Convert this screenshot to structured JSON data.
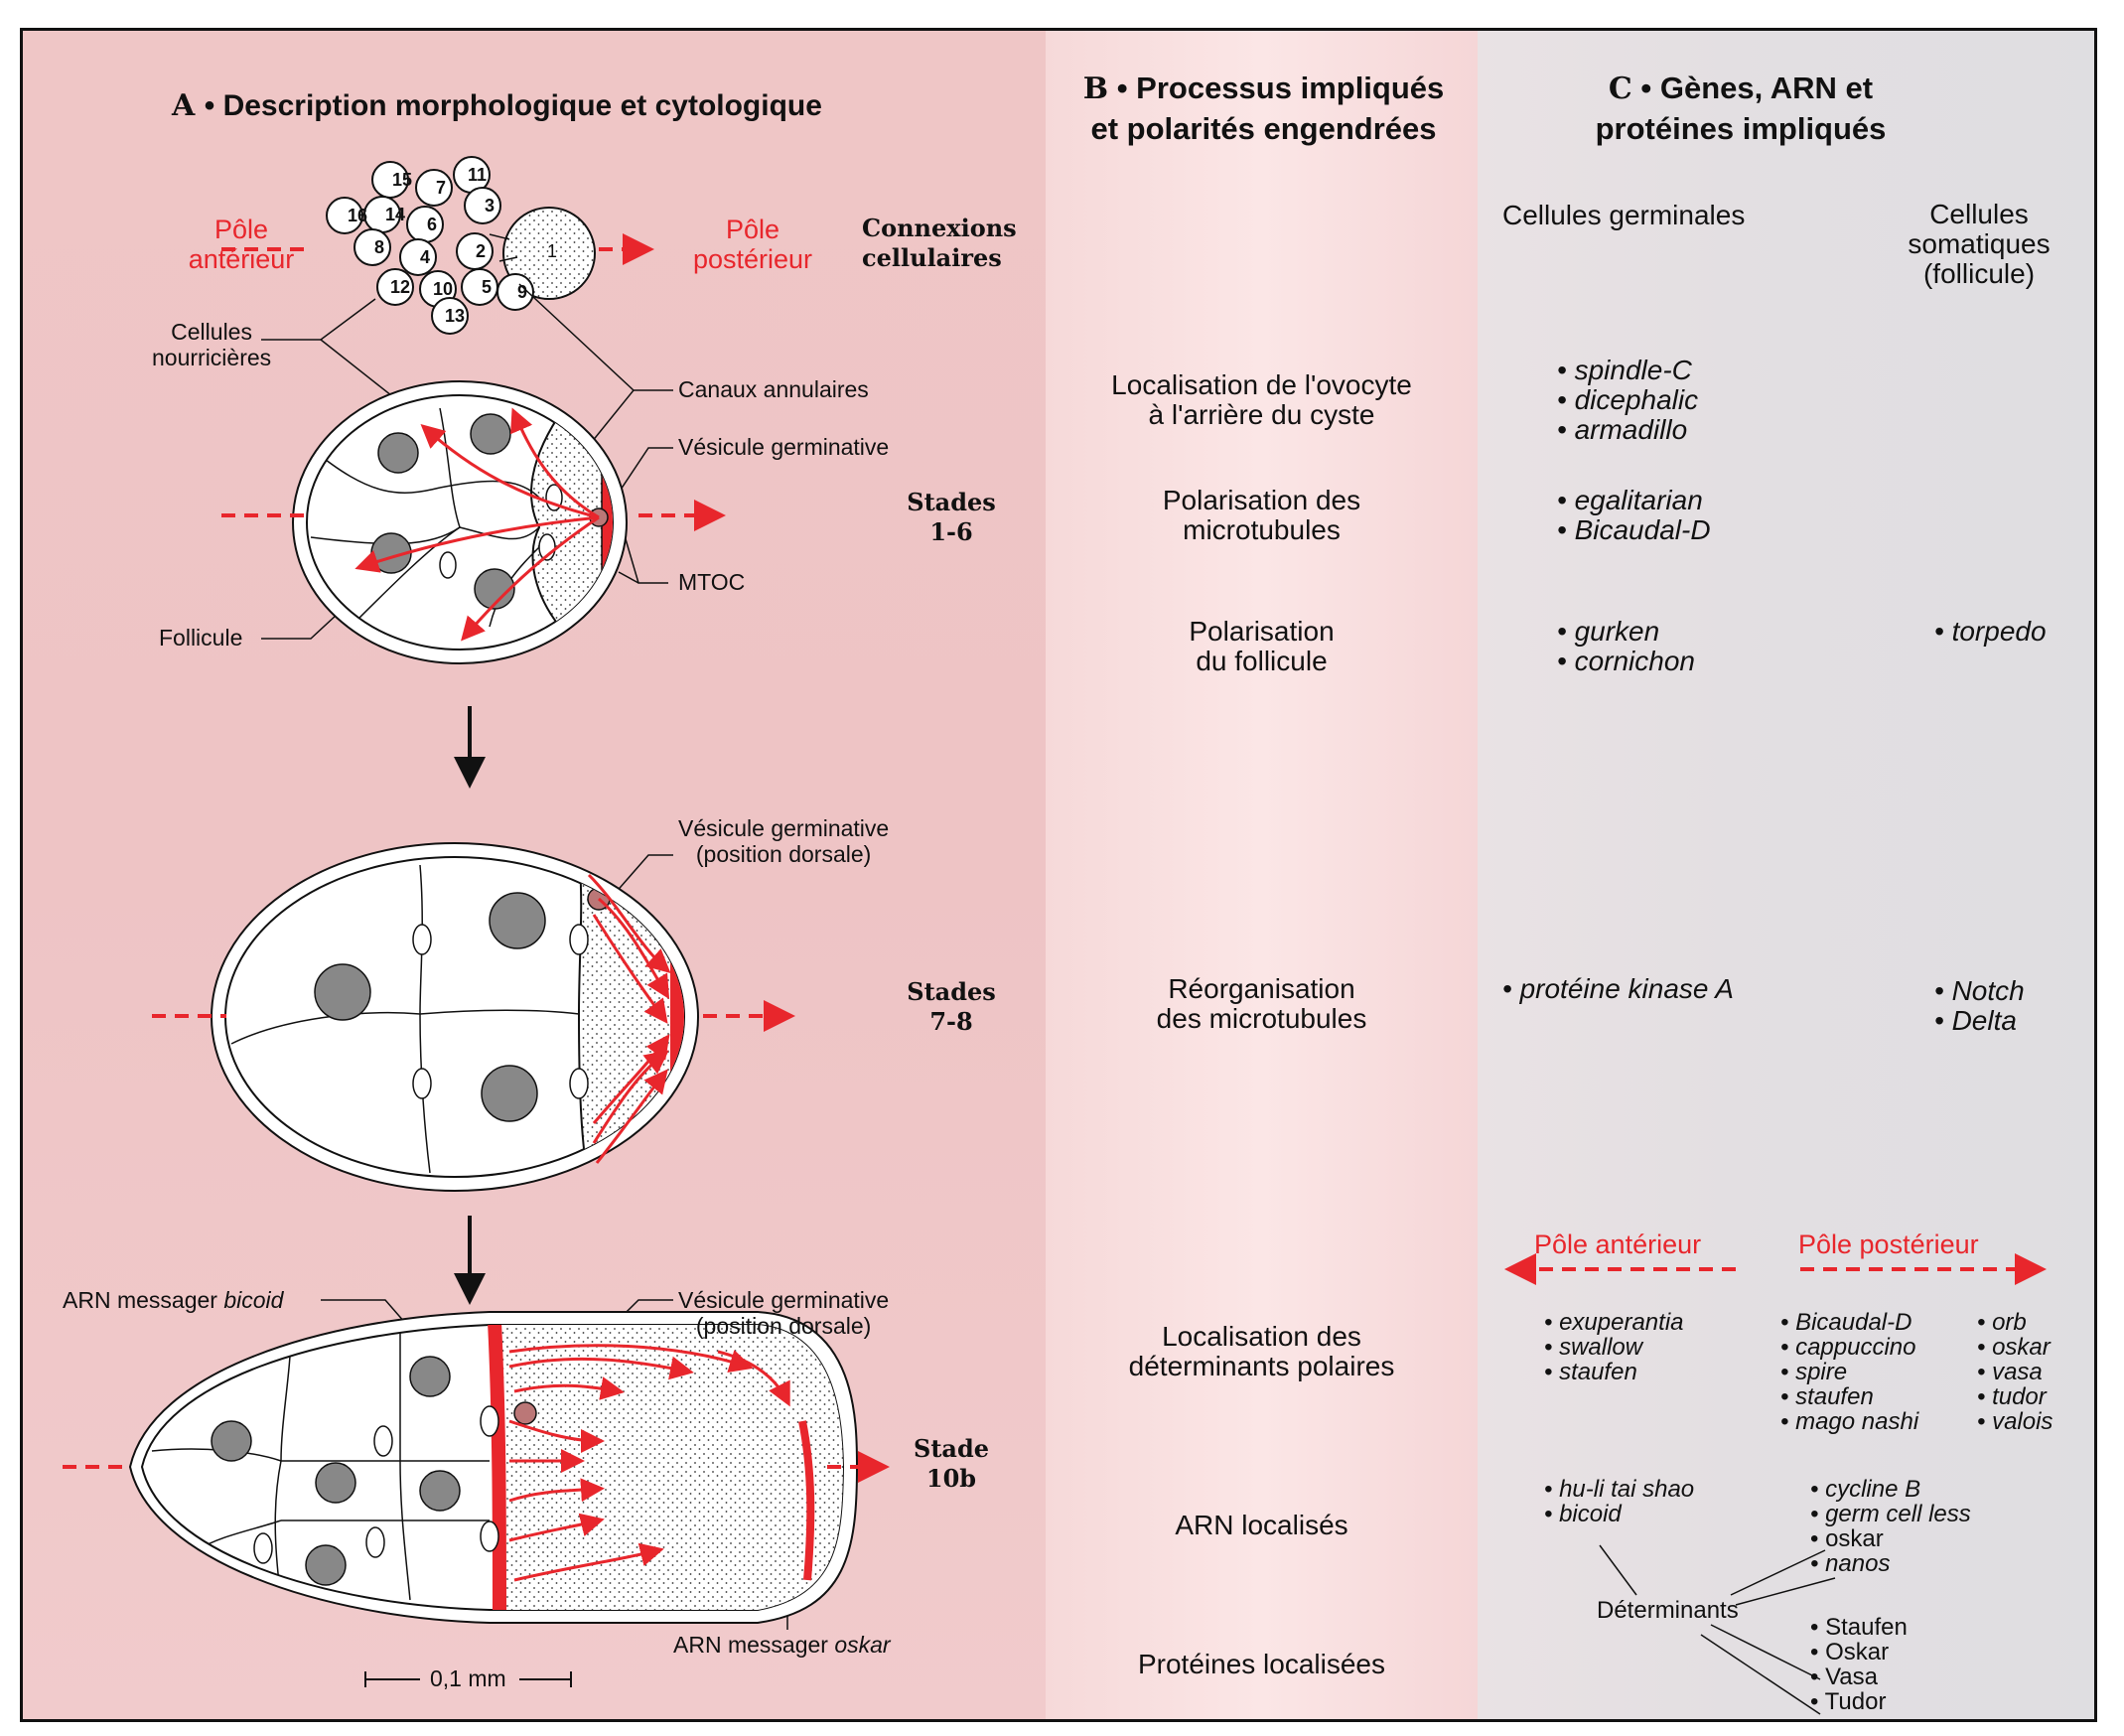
{
  "colA": {
    "letter": "A",
    "title": "• Description morphologique et cytologique",
    "pole_anterieur": [
      "Pôle",
      "antérieur"
    ],
    "pole_posterieur": [
      "Pôle",
      "postérieur"
    ],
    "cyst_numbers": [
      "1",
      "2",
      "3",
      "4",
      "5",
      "6",
      "7",
      "8",
      "9",
      "10",
      "11",
      "12",
      "13",
      "14",
      "15",
      "16"
    ],
    "labels": {
      "cellules_nourricieres": [
        "Cellules",
        "nourricières"
      ],
      "canaux_annulaires": "Canaux annulaires",
      "vesicule_germinative": "Vésicule germinative",
      "mtoc": "MTOC",
      "follicule": "Follicule",
      "vesicule_dorsale_1": [
        "Vésicule germinative",
        "(position dorsale)"
      ],
      "arn_bicoid_prefix": "ARN messager ",
      "arn_bicoid_italic": "bicoid",
      "vesicule_dorsale_2": [
        "Vésicule germinative",
        "(position dorsale)"
      ],
      "arn_oskar_prefix": "ARN messager ",
      "arn_oskar_italic": "oskar",
      "scale": "0,1 mm"
    },
    "stages": {
      "connexions": [
        "Connexions",
        "cellulaires"
      ],
      "s1": [
        "Stades",
        "1-6"
      ],
      "s2": [
        "Stades",
        "7-8"
      ],
      "s3": [
        "Stade",
        "10b"
      ]
    }
  },
  "colB": {
    "letter": "B",
    "title": [
      "• Processus impliqués",
      "et polarités engendrées"
    ],
    "processes": {
      "p1": [
        "Localisation de l'ovocyte",
        "à l'arrière du cyste"
      ],
      "p2": [
        "Polarisation des",
        "microtubules"
      ],
      "p3": [
        "Polarisation",
        "du follicule"
      ],
      "p4": [
        "Réorganisation",
        "des microtubules"
      ],
      "p5": [
        "Localisation des",
        "déterminants polaires"
      ],
      "p6": [
        "ARN localisés"
      ],
      "p7": [
        "Protéines localisées"
      ]
    }
  },
  "colC": {
    "letter": "C",
    "title": [
      "• Gènes, ARN et",
      "protéines impliqués"
    ],
    "germ_header": "Cellules germinales",
    "somatic_header": [
      "Cellules",
      "somatiques",
      "(follicule)"
    ],
    "genes": {
      "g1": [
        "• spindle-C",
        "• dicephalic",
        "• armadillo"
      ],
      "g2": [
        "• egalitarian",
        "• Bicaudal-D"
      ],
      "g3": [
        "• gurken",
        "• cornichon"
      ],
      "s3": [
        "• torpedo"
      ],
      "g4": [
        "• protéine kinase A"
      ],
      "s4": [
        "• Notch",
        "• Delta"
      ]
    },
    "pole_anterieur": "Pôle antérieur",
    "pole_posterieur": "Pôle postérieur",
    "ant_list": [
      "• exuperantia",
      "• swallow",
      "• staufen"
    ],
    "post_list1": [
      "• Bicaudal-D",
      "• cappuccino",
      "• spire",
      "• staufen",
      "• mago nashi"
    ],
    "post_list2": [
      "• orb",
      "• oskar",
      "• vasa",
      "• tudor",
      "• valois"
    ],
    "rna_ant": [
      "• hu-li tai shao",
      "• bicoid"
    ],
    "rna_post_italic": [
      "• cycline B",
      "• germ cell less"
    ],
    "rna_post_oskar": "• oskar",
    "rna_post_nanos": "• nanos",
    "determinants": "Déterminants",
    "proteins": [
      "• Staufen",
      "• Oskar",
      "• Vasa",
      "• Tudor"
    ]
  },
  "colors": {
    "accent_red": "#e8262c",
    "colA_bg": "#efc6c6",
    "colB_bg": "#f9e1e1",
    "colC_bg": "#e2dfe2"
  }
}
